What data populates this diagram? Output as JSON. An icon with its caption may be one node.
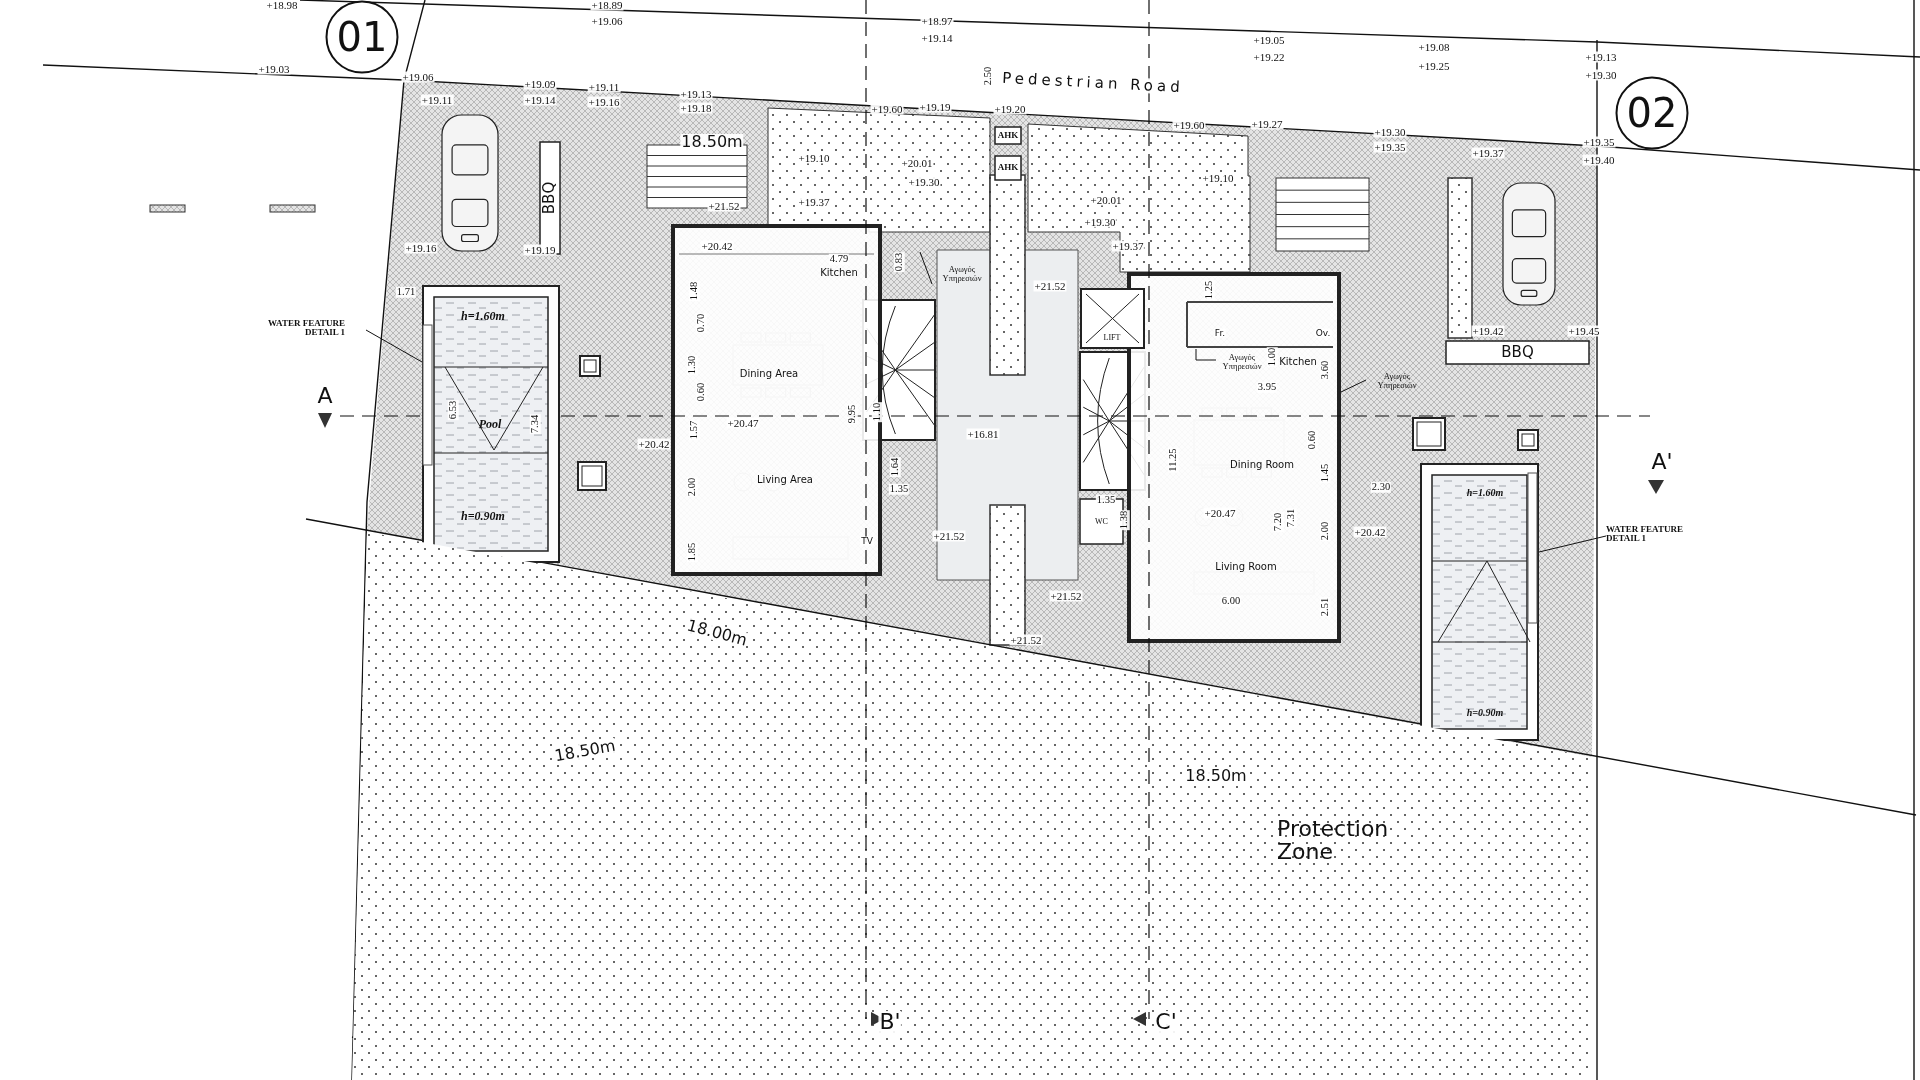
{
  "diagram": {
    "nodes": [
      {
        "text": [
          "01"
        ]
      },
      {
        "text": [
          "02"
        ]
      },
      {
        "text": [
          "h=1.60m",
          "Pool",
          "h=0.90m"
        ]
      },
      {
        "text": [
          "h=1.60m",
          "h=0.90m"
        ]
      },
      {
        "text": [
          "WATER FEATURE DETAIL 1"
        ]
      },
      {
        "text": [
          "WATER FEATURE DETAIL 1"
        ]
      },
      {
        "text": [
          "BBQ"
        ]
      },
      {
        "text": [
          "BBQ"
        ]
      },
      {
        "text": [
          "ΑΗΚ"
        ]
      },
      {
        "text": [
          "ΑΗΚ"
        ]
      },
      {
        "text": [
          "Kitchen",
          "Dining Area",
          "Living Area"
        ]
      },
      {
        "text": [
          "Αγωγός Υπηρεσιών"
        ]
      },
      {
        "text": [
          "Kitchen",
          "Dining Room",
          "Living Room"
        ]
      },
      {
        "text": [
          "LIFT"
        ]
      },
      {
        "text": [
          "WC"
        ]
      },
      {
        "text": [
          "Αγωγός Υπηρεσιών"
        ],
        "in": 12
      },
      {
        "text": [
          "Αγωγός Υπηρεσιών"
        ]
      },
      {
        "text": [
          "Protection Zone"
        ]
      }
    ],
    "edges": [
      {
        "from": 4,
        "to": 2,
        "arrow": "none"
      },
      {
        "from": 5,
        "to": 3,
        "arrow": "none"
      },
      {
        "from": 11,
        "to": null,
        "arrow": "none"
      },
      {
        "from": 15,
        "to": 12,
        "arrow": "none"
      },
      {
        "from": 16,
        "to": 12,
        "arrow": "none"
      }
    ],
    "labels": [
      "+18.98",
      "+18.89",
      "+19.06",
      "+18.97",
      "+19.14",
      "+19.05",
      "+19.22",
      "+19.08",
      "+19.25",
      "+19.13",
      "+19.30",
      "+19.03",
      "+19.06",
      "Pedestrian Road",
      "2.50",
      "+19.20",
      "+19.09",
      "+19.14",
      "+19.11",
      "+19.16",
      "+19.13",
      "+19.18",
      "+19.11",
      "+19.60",
      "+19.19",
      "+19.60",
      "+19.27",
      "+19.30",
      "+19.35",
      "+19.37",
      "+19.35",
      "+19.40",
      "18.50m",
      "+19.10",
      "+20.01",
      "+19.30",
      "+19.37",
      "+21.52",
      "+19.10",
      "+20.01",
      "+19.30",
      "+19.37",
      "+19.16",
      "+19.19",
      "+20.42",
      "4.79",
      "0.83",
      "+21.52",
      "1.25",
      "1.71",
      "1.48",
      "0.70",
      "1.30",
      "0.60",
      "6.53",
      "7.34",
      "9.95",
      "1.10",
      "+20.47",
      "1.57",
      "+20.42",
      "Fr.",
      "Ov.",
      "+19.42",
      "+19.45",
      "1.00",
      "3.60",
      "3.95",
      "+16.81",
      "0.60",
      "11.25",
      "1.64",
      "1.45",
      "2.30",
      "1.35",
      "2.00",
      "1.35",
      "+20.47",
      "7.20",
      "7.31",
      "1.38",
      "2.00",
      "+20.42",
      "+21.52",
      "TV",
      "1.85",
      "+21.52",
      "6.00",
      "2.51",
      "18.00m",
      "+21.52",
      "18.50m",
      "18.50m",
      "A",
      "A'",
      "B'",
      "C'"
    ]
  }
}
